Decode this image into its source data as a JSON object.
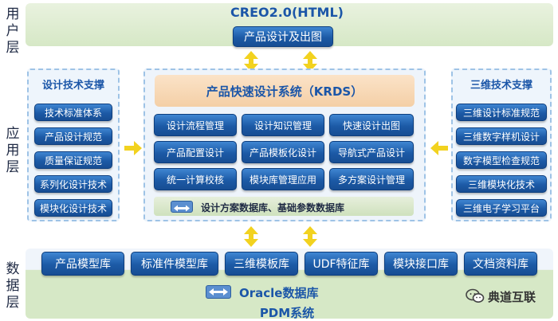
{
  "layers": {
    "user": "用户层",
    "application": "应用层",
    "data": "数据层"
  },
  "top": {
    "title": "CREO2.0(HTML)",
    "button": "产品设计及出图"
  },
  "left_panel": {
    "title": "设计技术支撑",
    "items": [
      "技术标准体系",
      "产品设计规范",
      "质量保证规范",
      "系列化设计技术",
      "模块化设计技术"
    ]
  },
  "center": {
    "title": "产品快速设计系统（KRDS）",
    "grid": [
      [
        "设计流程管理",
        "设计知识管理",
        "快速设计出图"
      ],
      [
        "产品配置设计",
        "产品模板化设计",
        "导航式产品设计"
      ],
      [
        "统一计算校核",
        "模块库管理应用",
        "多方案设计管理"
      ]
    ],
    "database_label": "设计方案数据库、基础参数数据库"
  },
  "right_panel": {
    "title": "三维技术支撑",
    "items": [
      "三维设计标准规范",
      "三维数字样机设计",
      "数字模型检查规范",
      "三维模块化技术",
      "三维电子学习平台"
    ]
  },
  "data_layer": {
    "libraries": [
      "产品模型库",
      "标准件模型库",
      "三维模板库",
      "UDF特征库",
      "模块接口库",
      "文档资料库"
    ],
    "oracle": "Oracle数据库",
    "pdm": "PDM系统"
  },
  "watermark": "典道互联",
  "colors": {
    "button_blue": "#1c5aa6",
    "title_blue": "#1b56a8",
    "arrow_yellow": "#f2d21f",
    "band_green": "#d6e8c6",
    "krds_orange": "#f8d9b8"
  }
}
